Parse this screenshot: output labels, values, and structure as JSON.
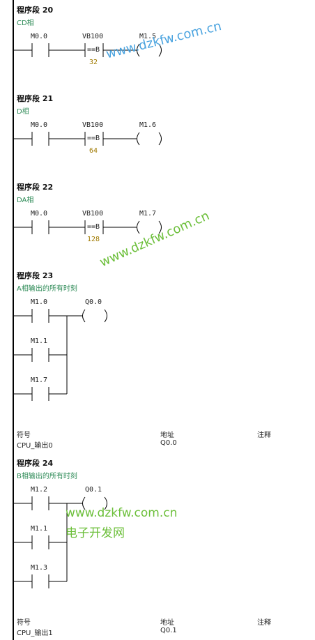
{
  "segments": [
    {
      "title": "程序段 20",
      "comment": "CD相",
      "contact": "M0.0",
      "compare": "VB100",
      "op": "==B",
      "value": "32",
      "coil": "M1.5"
    },
    {
      "title": "程序段 21",
      "comment": "D相",
      "contact": "M0.0",
      "compare": "VB100",
      "op": "==B",
      "value": "64",
      "coil": "M1.6"
    },
    {
      "title": "程序段 22",
      "comment": "DA相",
      "contact": "M0.0",
      "compare": "VB100",
      "op": "==B",
      "value": "128",
      "coil": "M1.7"
    },
    {
      "title": "程序段 23",
      "comment": "A相输出的所有时刻",
      "contacts": [
        "M1.0",
        "M1.1",
        "M1.7"
      ],
      "coil": "Q0.0",
      "table": {
        "headers": [
          "符号",
          "地址",
          "注释"
        ],
        "row": [
          "CPU_输出0",
          "Q0.0",
          ""
        ]
      }
    },
    {
      "title": "程序段 24",
      "comment": "B相输出的所有时刻",
      "contacts": [
        "M1.2",
        "M1.1",
        "M1.3"
      ],
      "coil": "Q0.1",
      "table": {
        "headers": [
          "符号",
          "地址",
          "注释"
        ],
        "row": [
          "CPU_输出1",
          "Q0.1",
          ""
        ]
      }
    }
  ],
  "watermarks": {
    "url": "www.dzkfw.com.cn",
    "site_name": "电子开发网"
  },
  "colors": {
    "comment": "#2e8b57",
    "value": "#a07a00",
    "watermark": "#4aa3df",
    "watermark_green": "#6cbf3a"
  }
}
